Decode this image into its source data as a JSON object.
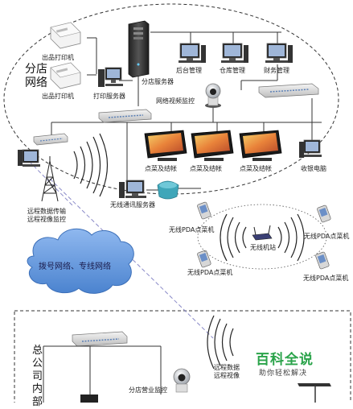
{
  "branch": {
    "title": "分店网络",
    "labels": {
      "printer1": "出品打印机",
      "printer2": "出品打印机",
      "print_server": "打印服务器",
      "branch_server": "分店服务器",
      "reception_mgmt": "后台管理",
      "warehouse_mgmt": "仓库管理",
      "finance_mgmt": "财务管理",
      "video_monitor": "网络视频监控",
      "order_pos1": "点菜及结帐",
      "order_pos2": "点菜及结帐",
      "order_pos3": "点菜及结帐",
      "cashier_pc": "收银电脑"
    }
  },
  "remote": {
    "remote_line1": "远程数据传输",
    "remote_line2": "远程视像监控",
    "wireless_server": "无线通讯服务器",
    "wireless_station": "无线机站",
    "pda1": "无线PDA点菜机",
    "pda2": "无线PDA点菜机",
    "pda3": "无线PDA点菜机",
    "pda4": "无线PDA点菜机"
  },
  "cloud": {
    "label": "拨号网络、专线网络"
  },
  "hq": {
    "title": "总公司内部",
    "remote_data": "远程数据",
    "remote_video": "远程视像",
    "branch_monitor": "分店营业监控"
  },
  "watermark": {
    "title": "百科全说",
    "subtitle": "助你轻松解决"
  },
  "colors": {
    "cloud": "#5e96dc",
    "wave": "#222222",
    "dashed_link": "#8a8ac8"
  }
}
